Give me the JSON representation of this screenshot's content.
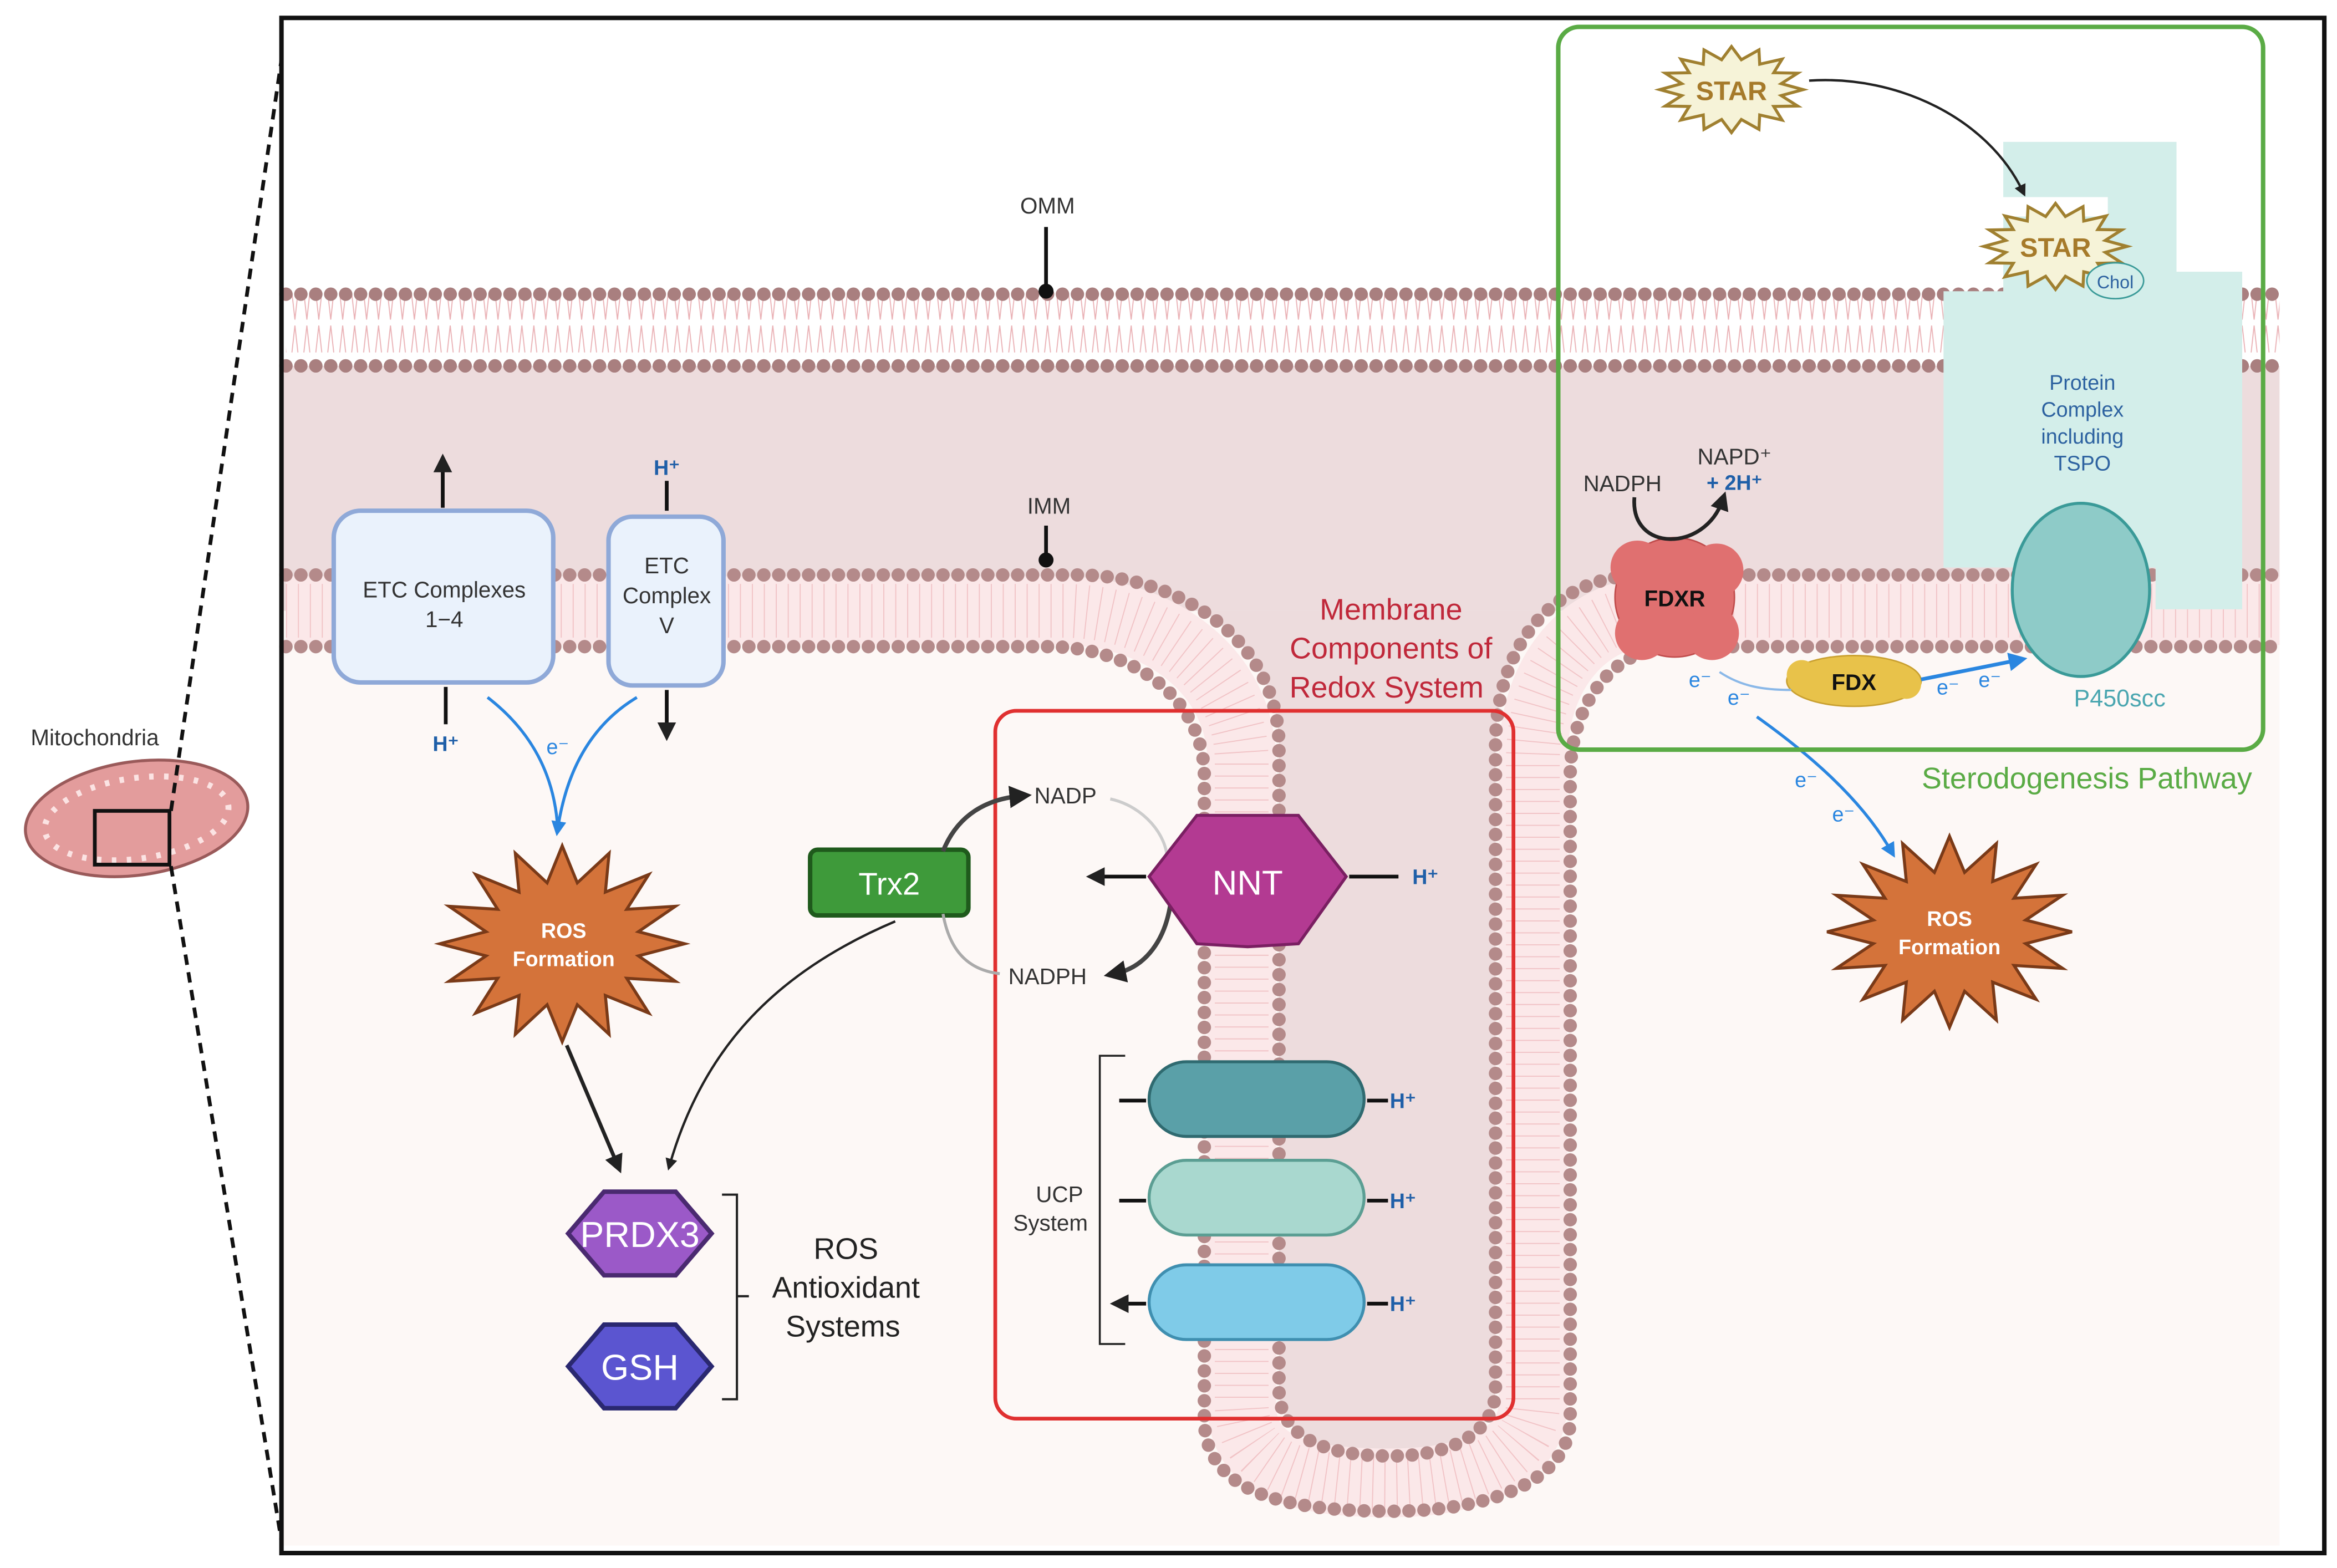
{
  "left": {
    "mitochondria_label": "Mitochondria"
  },
  "membranes": {
    "omm": "OMM",
    "imm": "IMM"
  },
  "etc": {
    "complexes_line1": "ETC Complexes",
    "complexes_line2": "1−4",
    "v_line1": "ETC",
    "v_line2": "Complex",
    "v_line3": "V",
    "h_plus": "H⁺",
    "e_minus": "e⁻"
  },
  "ros_left": {
    "line1": "ROS",
    "line2": "Formation"
  },
  "antioxidants": {
    "prdx3": "PRDX3",
    "gsh": "GSH",
    "line1": "ROS",
    "line2": "Antioxidant",
    "line3": "Systems"
  },
  "trx2": "Trx2",
  "redox": {
    "title1": "Membrane",
    "title2": "Components of",
    "title3": "Redox System",
    "nadp": "NADP",
    "nadph": "NADPH",
    "nnt": "NNT",
    "h_plus": "H⁺",
    "ucp1": "UCP",
    "ucp2": "System"
  },
  "steroid": {
    "star": "STAR",
    "chol": "Chol",
    "protein1": "Protein",
    "protein2": "Complex",
    "protein3": "including",
    "protein4": "TSPO",
    "p450": "P450scc",
    "fdxr": "FDXR",
    "fdx": "FDX",
    "nadph": "NADPH",
    "napd": "NAPD⁺",
    "h2": "+ 2H⁺",
    "e_minus": "e⁻",
    "pathway": "Sterodogenesis Pathway"
  },
  "ros_right": {
    "line1": "ROS",
    "line2": "Formation"
  },
  "colors": {
    "ros": "#d4733a",
    "prdx3": "#9b59c8",
    "gsh": "#5b55d0",
    "nnt": "#b33a92",
    "trx2": "#3e9a3a",
    "redox_box": "#e03030",
    "steroid_box": "#5aab45",
    "electron": "#2a86e0"
  }
}
